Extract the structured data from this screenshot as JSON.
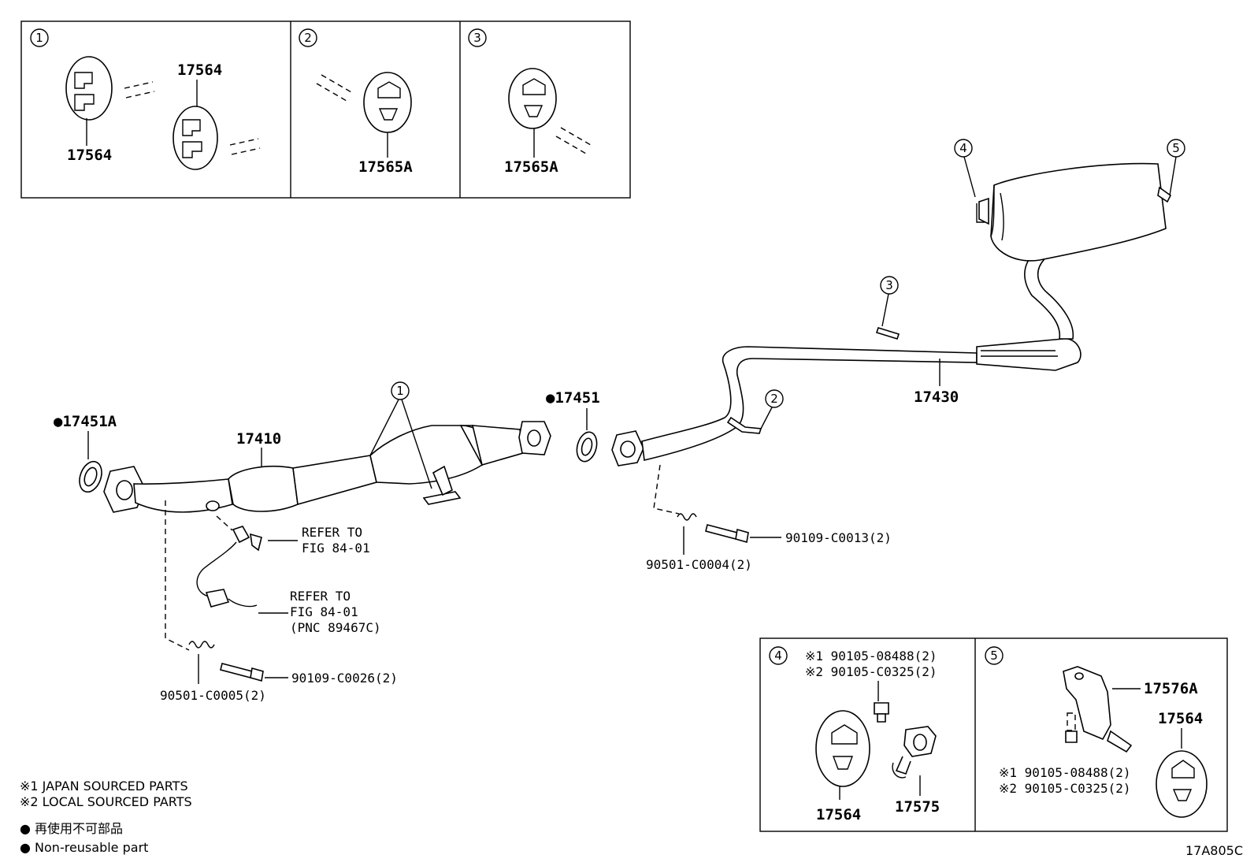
{
  "insets": {
    "inset1": {
      "num": "1",
      "labels": [
        "17564",
        "17564"
      ]
    },
    "inset2": {
      "num": "2",
      "label": "17565A"
    },
    "inset3": {
      "num": "3",
      "label": "17565A"
    },
    "inset4": {
      "num": "4",
      "note1": "※1 90105-08488(2)",
      "note2": "※2 90105-C0325(2)",
      "label_a": "17564",
      "label_b": "17575"
    },
    "inset5": {
      "num": "5",
      "label_a": "17576A",
      "label_b": "17564",
      "note1": "※1 90105-08488(2)",
      "note2": "※2 90105-C0325(2)"
    }
  },
  "callouts": {
    "c1": "1",
    "c2": "2",
    "c3": "3",
    "c4": "4",
    "c5": "5"
  },
  "parts": {
    "gasket_front": "●17451A",
    "front_pipe": "17410",
    "gasket_mid": "●17451",
    "tail_pipe": "17430",
    "spring_left": "90501-C0005(2)",
    "bolt_left": "90109-C0026(2)",
    "spring_right": "90501-C0004(2)",
    "bolt_right": "90109-C0013(2)"
  },
  "refer": {
    "r1_line1": "REFER TO",
    "r1_line2": "FIG 84-01",
    "r2_line1": "REFER TO",
    "r2_line2": "FIG 84-01",
    "r2_line3": "(PNC 89467C)"
  },
  "legend": {
    "japan": "※1  JAPAN SOURCED PARTS",
    "local": "※2  LOCAL SOURCED PARTS",
    "jp_nonreuse": "● 再使用不可部品",
    "nonreuse": "● Non-reusable part"
  },
  "figure_id": "17A805C"
}
